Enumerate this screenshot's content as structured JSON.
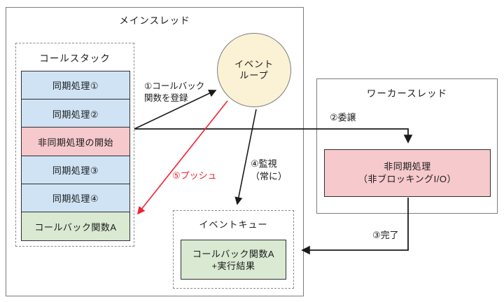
{
  "colors": {
    "sync_blue": "#cfe3f4",
    "async_pink": "#f6c9cd",
    "callback_green": "#d9e9d2",
    "event_loop_cream": "#fbf1d4",
    "push_red": "#ee2433",
    "box_border_gray": "#7d7d7d",
    "item_border_dark": "#2f2f2f"
  },
  "main_thread": {
    "title": "メインスレッド",
    "call_stack": {
      "title": "コールスタック",
      "items": [
        {
          "label": "同期処理①",
          "type": "sync"
        },
        {
          "label": "同期処理②",
          "type": "sync"
        },
        {
          "label": "非同期処理の開始",
          "type": "async-start"
        },
        {
          "label": "同期処理③",
          "type": "sync"
        },
        {
          "label": "同期処理④",
          "type": "sync"
        },
        {
          "label": "コールバック関数A",
          "type": "callback"
        }
      ]
    }
  },
  "event_loop": {
    "line1": "イベント",
    "line2": "ループ"
  },
  "worker_thread": {
    "title": "ワーカースレッド",
    "process": {
      "line1": "非同期処理",
      "line2": "（非ブロッキングI/O）"
    }
  },
  "event_queue": {
    "title": "イベントキュー",
    "item": {
      "line1": "コールバック関数A",
      "line2": "+実行結果"
    }
  },
  "arrows": {
    "register": {
      "line1": "①コールバック",
      "line2": "関数を登録"
    },
    "delegate": {
      "label": "②委譲"
    },
    "complete": {
      "label": "③完了"
    },
    "monitor": {
      "line1": "④監視",
      "line2": "（常に）"
    },
    "push": {
      "label": "⑤プッシュ"
    }
  }
}
